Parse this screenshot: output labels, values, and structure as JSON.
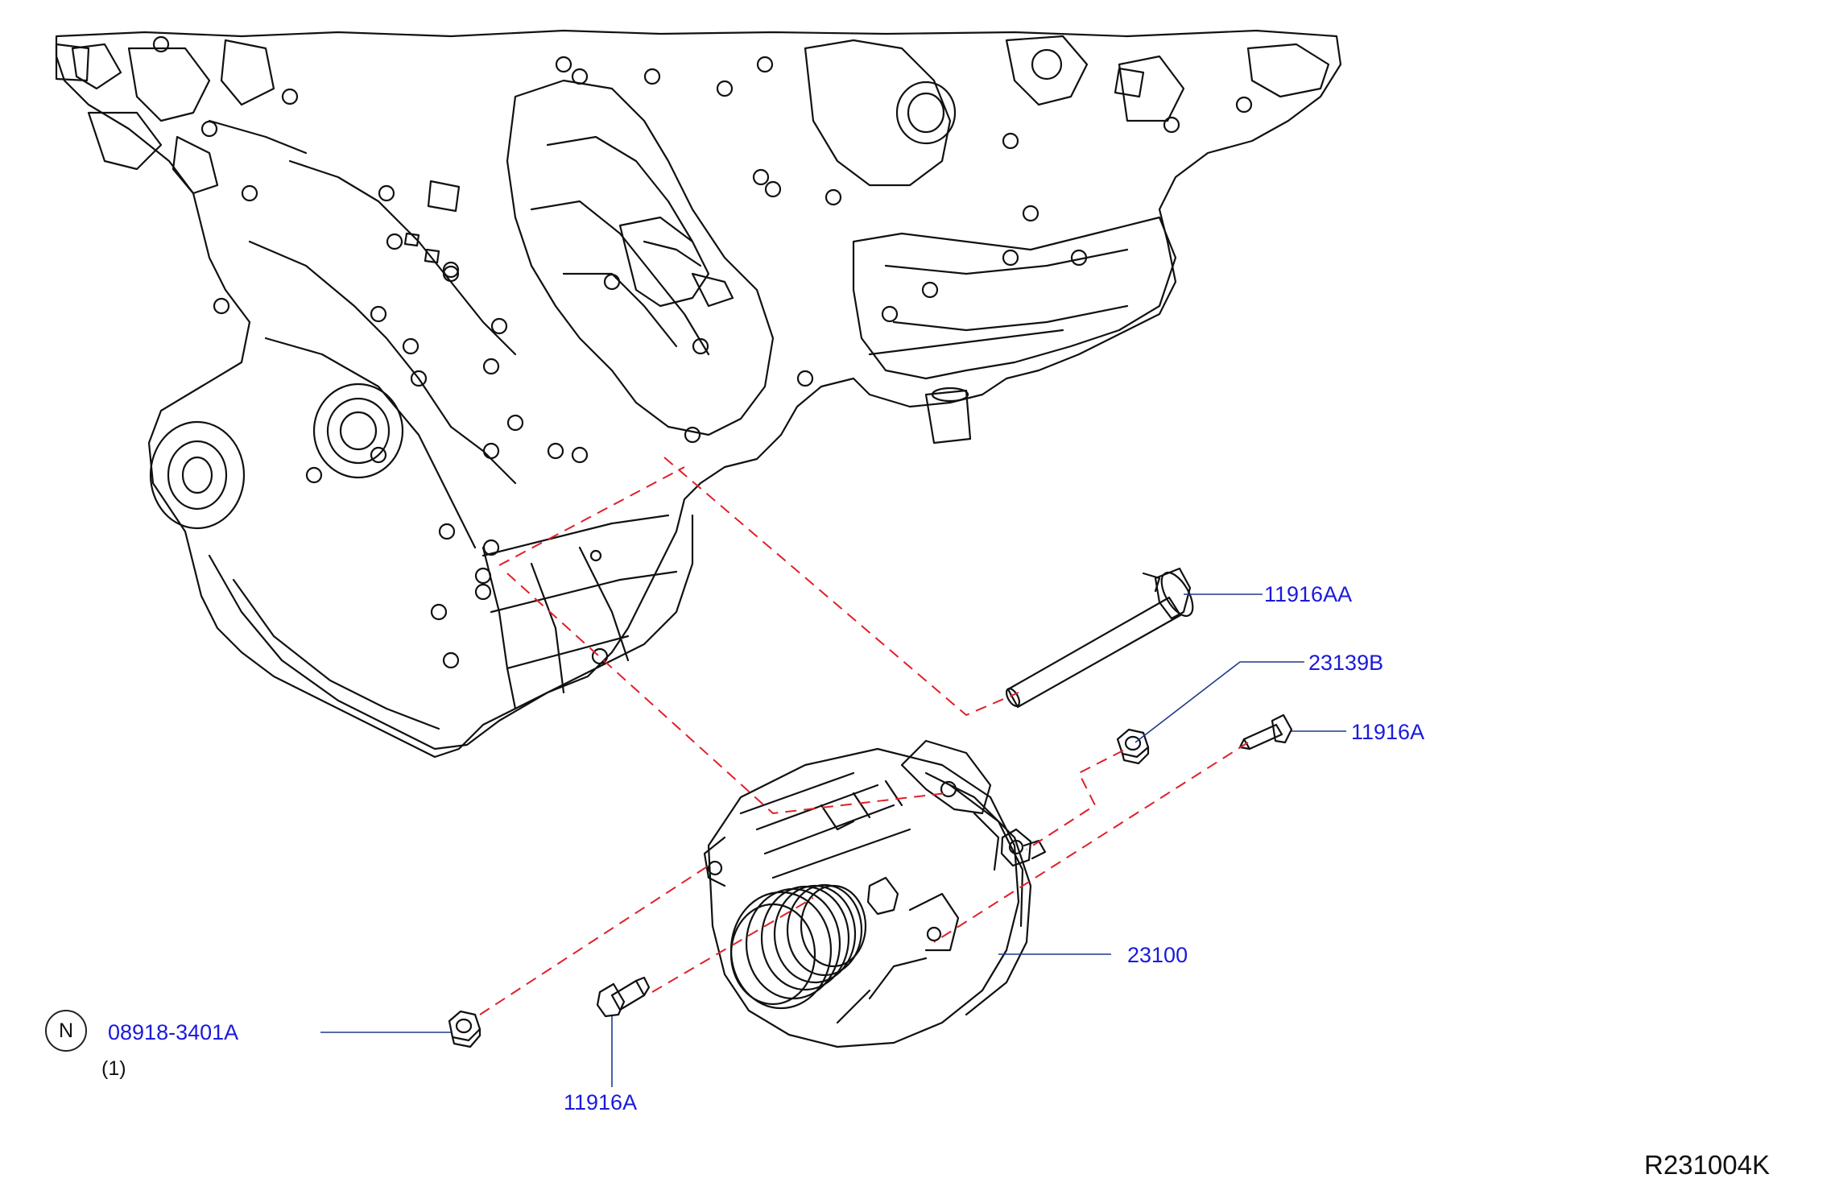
{
  "diagram": {
    "reference_code": "R231004K",
    "callouts": [
      {
        "id": "11916AA",
        "label": "11916AA"
      },
      {
        "id": "23139B",
        "label": "23139B"
      },
      {
        "id": "11916A-right",
        "label": "11916A"
      },
      {
        "id": "23100",
        "label": "23100"
      },
      {
        "id": "08918-3401A",
        "label": "08918-3401A",
        "badge": "N",
        "quantity": "(1)"
      },
      {
        "id": "11916A-bottom",
        "label": "11916A"
      }
    ],
    "colors": {
      "callout_text": "#1a1adc",
      "leader_line": "#1f3a8a",
      "dash_line": "#e0202a",
      "drawing_line": "#111111"
    }
  }
}
